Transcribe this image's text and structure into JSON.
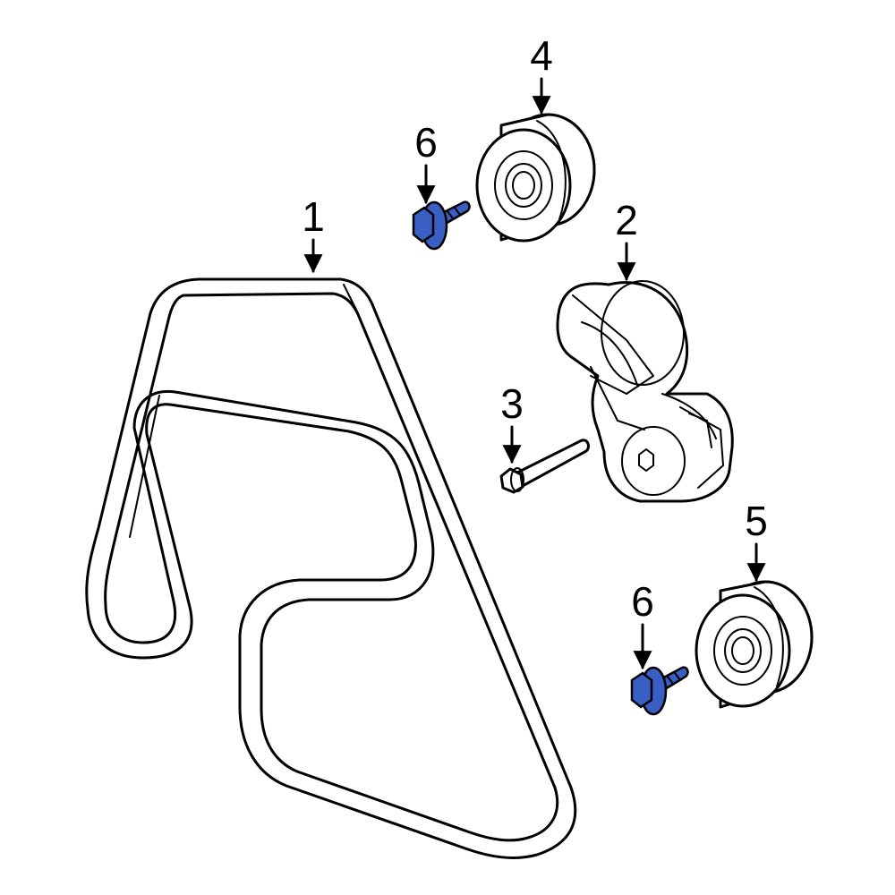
{
  "callouts": {
    "c1": "1",
    "c2": "2",
    "c3": "3",
    "c4": "4",
    "c5": "5",
    "c6a": "6",
    "c6b": "6"
  },
  "colors": {
    "line": "#000000",
    "background": "#ffffff",
    "highlight_part": "#3a5fc4"
  },
  "highlighted_callout": "6"
}
